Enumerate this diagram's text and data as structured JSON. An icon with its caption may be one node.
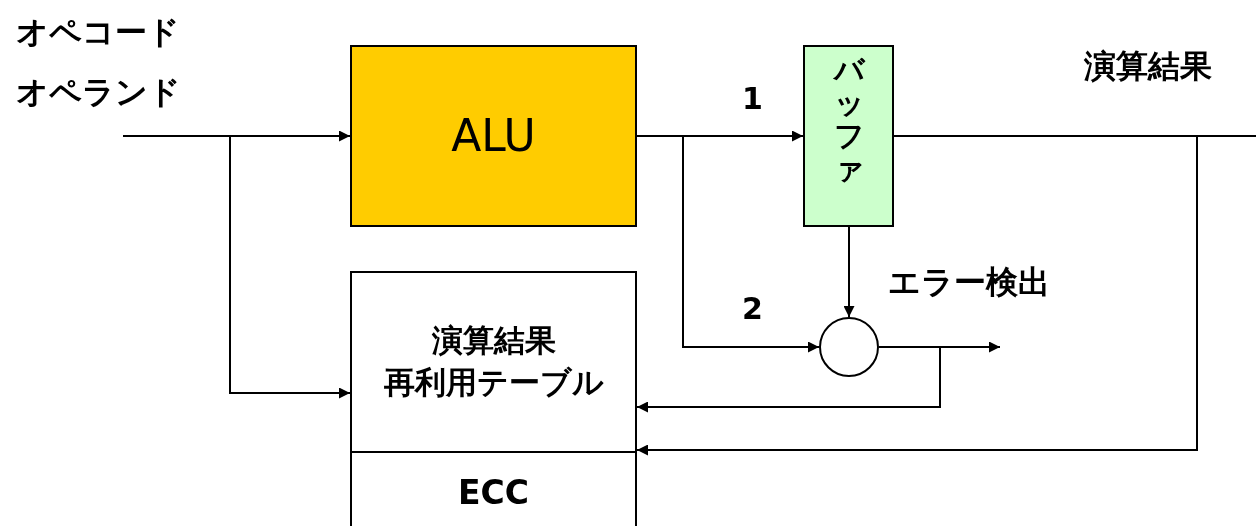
{
  "diagram": {
    "nodes": [
      {
        "text": [
          "ALU"
        ]
      },
      {
        "text": [
          "バッファ"
        ]
      },
      {
        "text": [
          "演算結果",
          "再利用テーブル"
        ]
      },
      {
        "text": [
          "ECC"
        ]
      },
      {
        "text": [],
        "shape": "circle"
      }
    ],
    "edges": [
      {
        "from": null,
        "to": 0,
        "arrow": "to"
      },
      {
        "from": null,
        "to": 2,
        "arrow": "to"
      },
      {
        "from": 0,
        "to": 1,
        "arrow": "to",
        "label": "1"
      },
      {
        "from": 0,
        "to": 4,
        "arrow": "to",
        "label": "2"
      },
      {
        "from": 1,
        "to": 4,
        "arrow": "to"
      },
      {
        "from": 1,
        "to": null,
        "arrow": "none"
      },
      {
        "from": 1,
        "to": 2,
        "arrow": "to"
      },
      {
        "from": 4,
        "to": null,
        "arrow": "to"
      },
      {
        "from": 4,
        "to": 2,
        "arrow": "to"
      }
    ],
    "labels": [
      "オペコード",
      "オペランド",
      "演算結果",
      "エラー検出"
    ]
  }
}
